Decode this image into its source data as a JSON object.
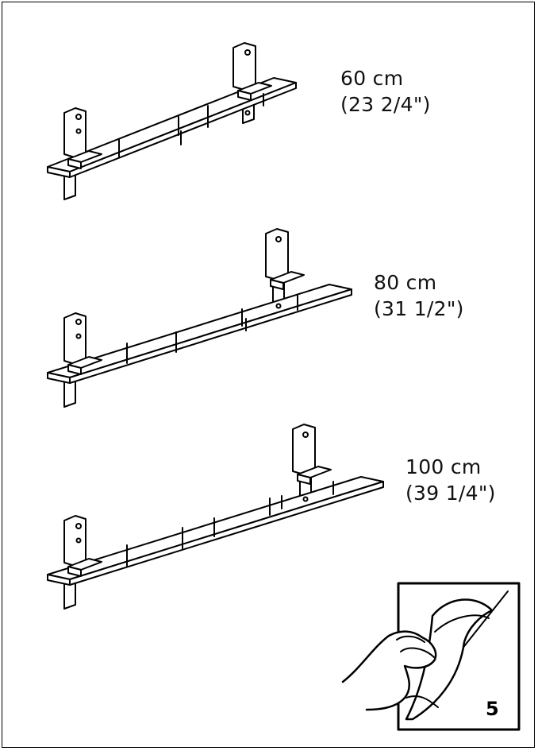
{
  "shelves": [
    {
      "metric": "60 cm",
      "imperial": "(23 2/4\")"
    },
    {
      "metric": "80 cm",
      "imperial": "(31 1/2\")"
    },
    {
      "metric": "100 cm",
      "imperial": "(39 1/4\")"
    }
  ],
  "page_turn": {
    "page_number": "5",
    "icon": "page-turn-hand-icon"
  }
}
